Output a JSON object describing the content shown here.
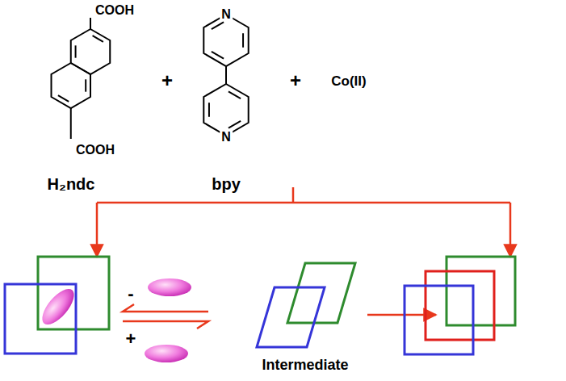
{
  "diagram": {
    "labels": [
      "COOH",
      "COOH",
      "H₂ndc",
      "+",
      "N",
      "N",
      "bpy",
      "+",
      "Co(II)",
      "-",
      "+",
      "Intermediate"
    ]
  }
}
